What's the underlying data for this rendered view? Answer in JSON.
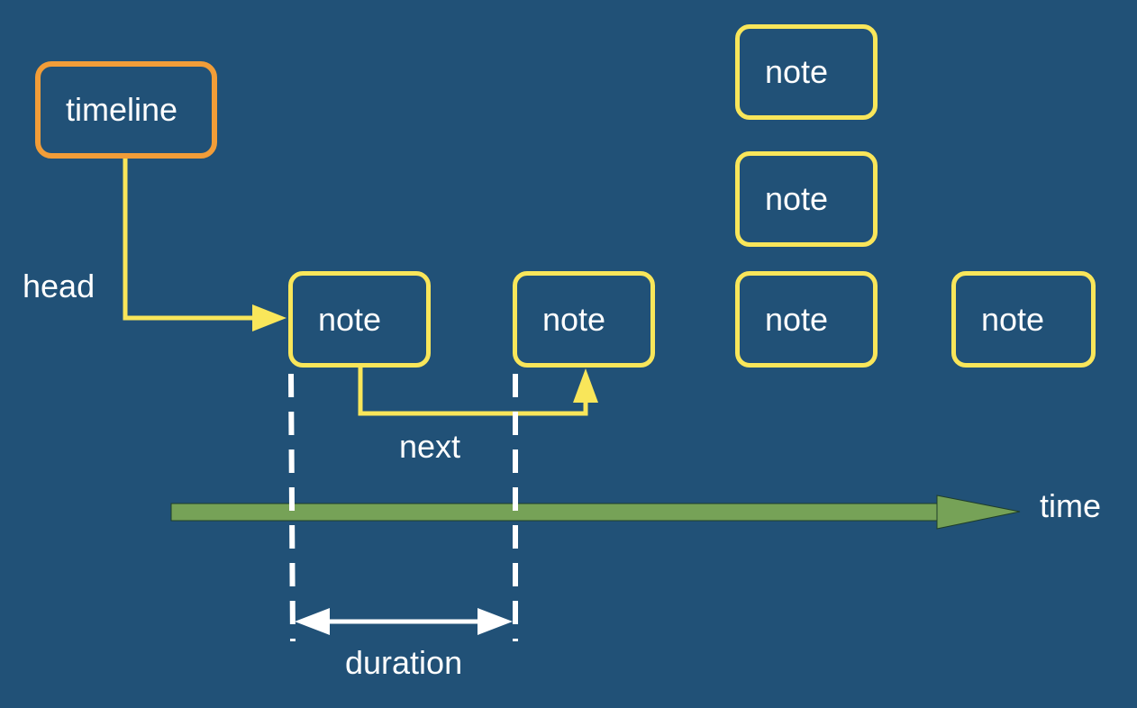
{
  "diagram": {
    "timeline_label": "timeline",
    "head_label": "head",
    "next_label": "next",
    "time_label": "time",
    "duration_label": "duration",
    "notes": [
      {
        "label": "note"
      },
      {
        "label": "note"
      },
      {
        "label": "note"
      },
      {
        "label": "note"
      },
      {
        "label": "note"
      },
      {
        "label": "note"
      }
    ]
  },
  "colors": {
    "background": "#215177",
    "note_border": "#f9e65a",
    "timeline_border": "#f29d38",
    "pointer_arrow": "#f9e65a",
    "time_arrow": "#76a257",
    "duration_marker": "#ffffff"
  }
}
